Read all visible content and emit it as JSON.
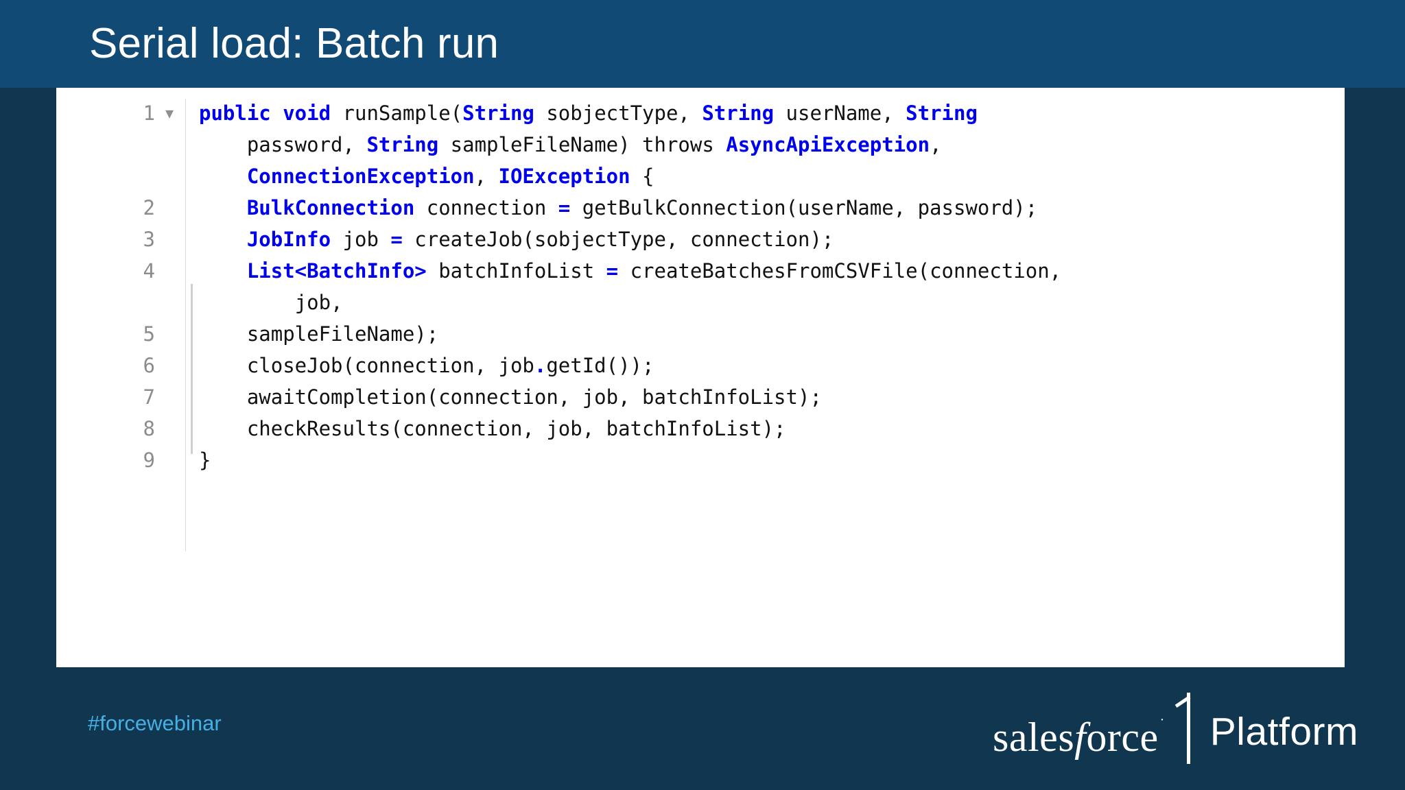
{
  "slide": {
    "title": "Serial load: Batch run",
    "header_color": "#124a76",
    "body_color": "#11364f"
  },
  "code_panel": {
    "background": "#ffffff",
    "keyword_color": "#0000ee",
    "text_color": "#111111",
    "gutter_color": "#8c8c8c",
    "fold_marker": "▼",
    "language": "java",
    "lines": [
      {
        "number": "1",
        "foldable": true,
        "segments": [
          {
            "text": "public void",
            "kind": "kw"
          },
          {
            "text": " runSample(",
            "kind": "plain"
          },
          {
            "text": "String",
            "kind": "ty"
          },
          {
            "text": " sobjectType, ",
            "kind": "plain"
          },
          {
            "text": "String",
            "kind": "ty"
          },
          {
            "text": " userName, ",
            "kind": "plain"
          },
          {
            "text": "String",
            "kind": "ty"
          }
        ]
      },
      {
        "number": "",
        "foldable": false,
        "indent": 4,
        "segments": [
          {
            "text": "password, ",
            "kind": "plain"
          },
          {
            "text": "String",
            "kind": "ty"
          },
          {
            "text": " sampleFileName) throws ",
            "kind": "plain"
          },
          {
            "text": "AsyncApiException",
            "kind": "ty"
          },
          {
            "text": ",",
            "kind": "plain"
          }
        ]
      },
      {
        "number": "",
        "foldable": false,
        "indent": 4,
        "segments": [
          {
            "text": "ConnectionException",
            "kind": "ty"
          },
          {
            "text": ", ",
            "kind": "plain"
          },
          {
            "text": "IOException",
            "kind": "ty"
          },
          {
            "text": " {",
            "kind": "plain"
          }
        ]
      },
      {
        "number": "2",
        "foldable": false,
        "indent": 4,
        "segments": [
          {
            "text": "BulkConnection",
            "kind": "ty"
          },
          {
            "text": " connection ",
            "kind": "plain"
          },
          {
            "text": "=",
            "kind": "op"
          },
          {
            "text": " getBulkConnection(userName, password);",
            "kind": "plain"
          }
        ]
      },
      {
        "number": "3",
        "foldable": false,
        "indent": 4,
        "segments": [
          {
            "text": "JobInfo",
            "kind": "ty"
          },
          {
            "text": " job ",
            "kind": "plain"
          },
          {
            "text": "=",
            "kind": "op"
          },
          {
            "text": " createJob(sobjectType, connection);",
            "kind": "plain"
          }
        ]
      },
      {
        "number": "4",
        "foldable": false,
        "indent": 4,
        "segments": [
          {
            "text": "List<BatchInfo>",
            "kind": "ty"
          },
          {
            "text": " batchInfoList ",
            "kind": "plain"
          },
          {
            "text": "=",
            "kind": "op"
          },
          {
            "text": " createBatchesFromCSVFile(connection,",
            "kind": "plain"
          }
        ]
      },
      {
        "number": "",
        "foldable": false,
        "indent": 8,
        "segments": [
          {
            "text": "job,",
            "kind": "plain"
          }
        ]
      },
      {
        "number": "5",
        "foldable": false,
        "indent": 4,
        "segments": [
          {
            "text": "sampleFileName);",
            "kind": "plain"
          }
        ]
      },
      {
        "number": "6",
        "foldable": false,
        "indent": 4,
        "segments": [
          {
            "text": "closeJob(connection, job",
            "kind": "plain"
          },
          {
            "text": ".",
            "kind": "dot"
          },
          {
            "text": "getId());",
            "kind": "plain"
          }
        ]
      },
      {
        "number": "7",
        "foldable": false,
        "indent": 4,
        "segments": [
          {
            "text": "awaitCompletion(connection, job, batchInfoList);",
            "kind": "plain"
          }
        ]
      },
      {
        "number": "8",
        "foldable": false,
        "indent": 4,
        "segments": [
          {
            "text": "checkResults(connection, job, batchInfoList);",
            "kind": "plain"
          }
        ]
      },
      {
        "number": "9",
        "foldable": false,
        "indent": 0,
        "segments": [
          {
            "text": "}",
            "kind": "plain"
          }
        ]
      }
    ]
  },
  "footer": {
    "hashtag": "#forcewebinar",
    "hashtag_color": "#45b0e3",
    "logo": {
      "wordmark_sales": "sales",
      "wordmark_f": "f",
      "wordmark_orce": "orce",
      "registered_mark": "·",
      "numeral": "1",
      "product": "Platform"
    }
  }
}
